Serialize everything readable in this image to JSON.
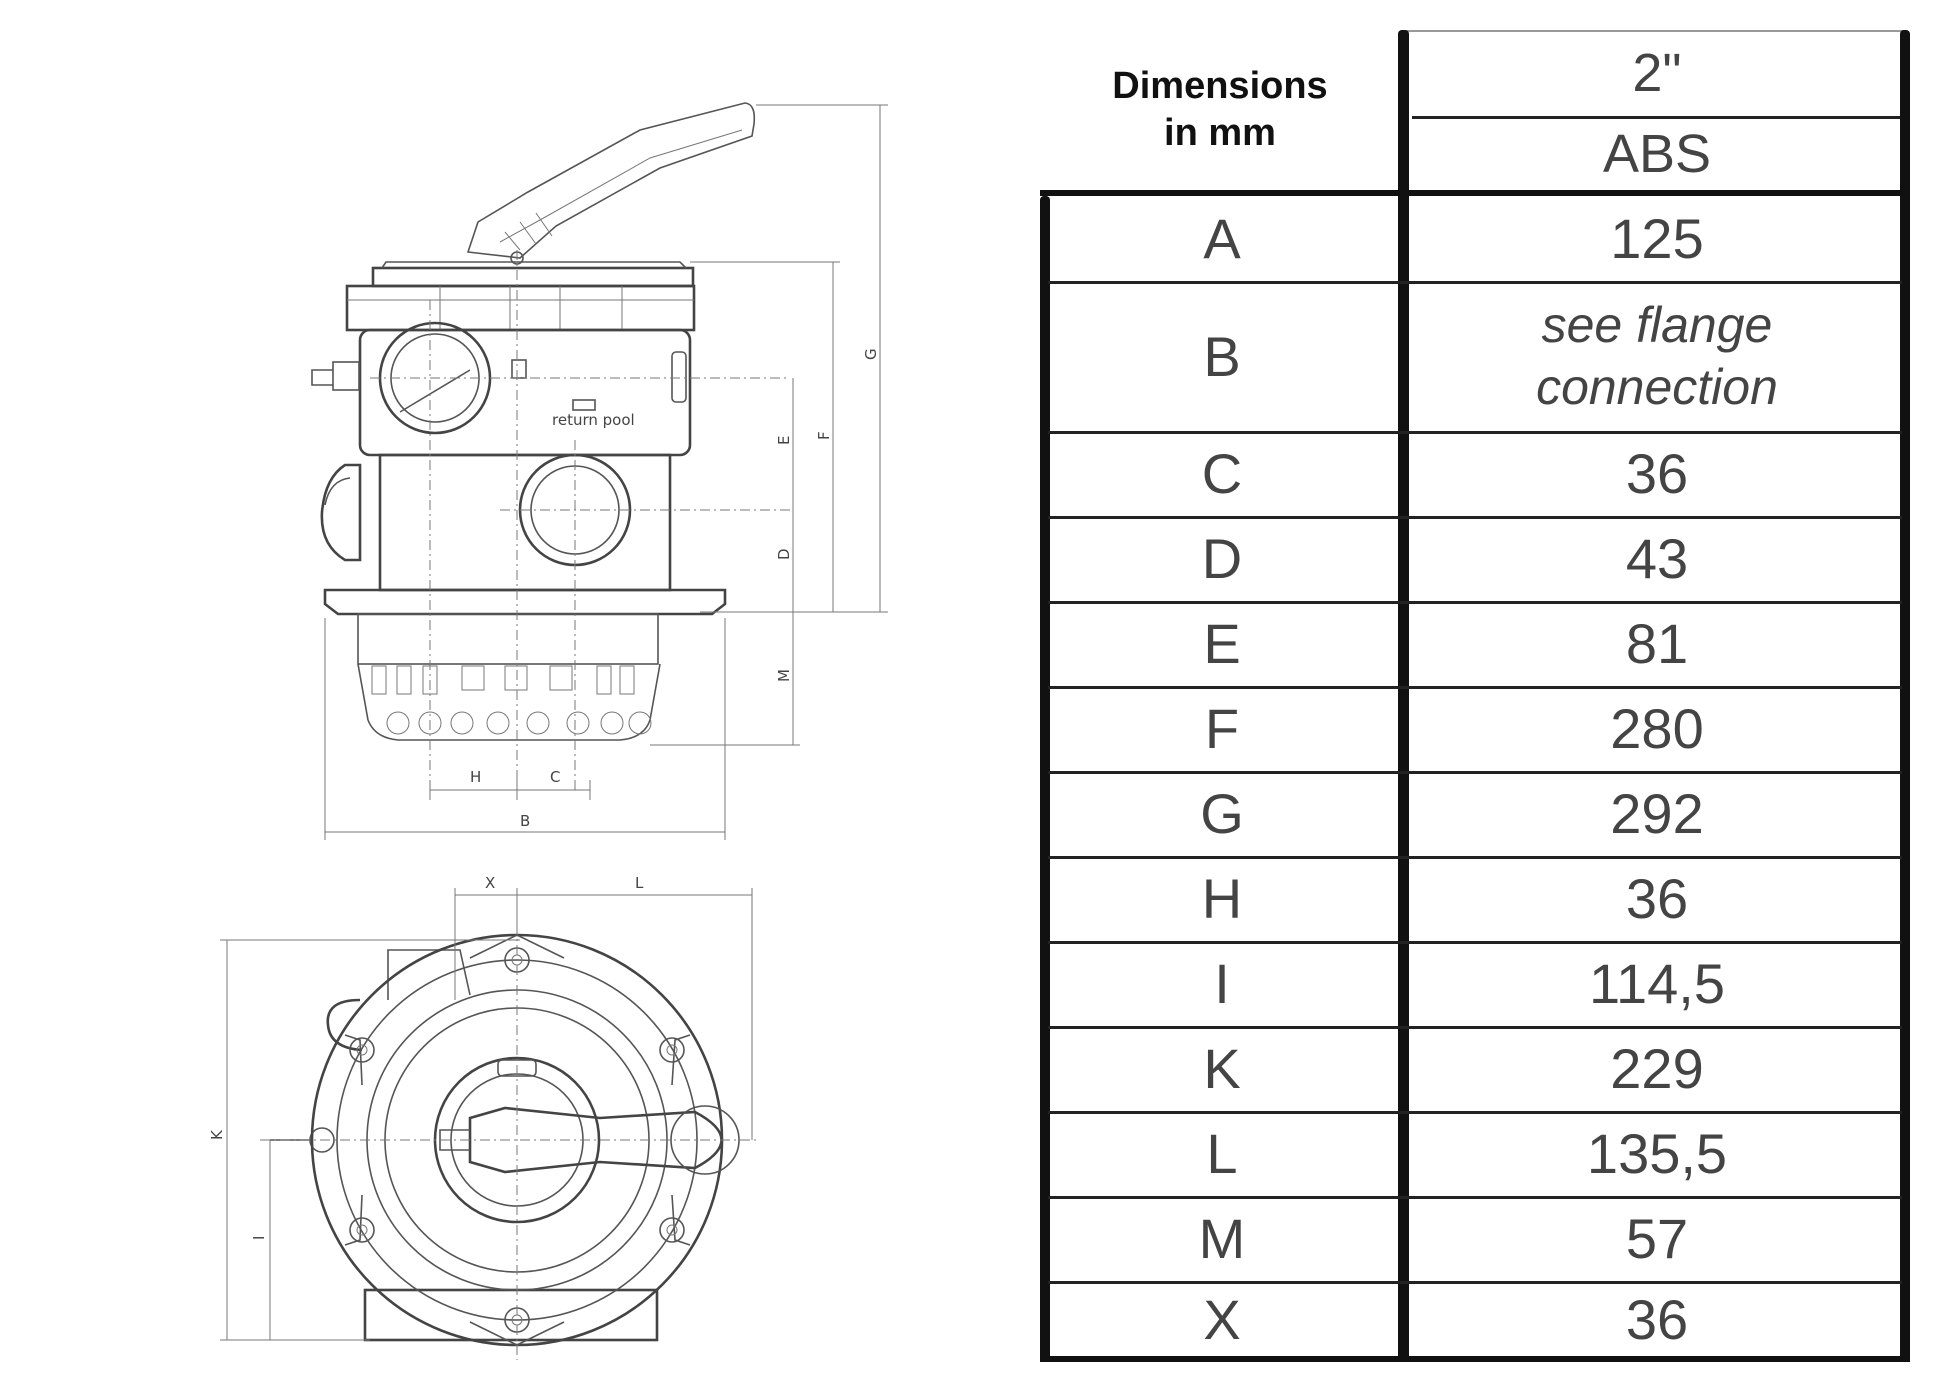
{
  "drawing": {
    "side_view_labels": [
      "G",
      "F",
      "E",
      "D",
      "M",
      "H",
      "C",
      "B"
    ],
    "top_view_labels": [
      "X",
      "L",
      "K",
      "I"
    ],
    "tiny_text": [
      "return",
      "pool"
    ]
  },
  "table": {
    "header_caption": "Dimensions\nin mm",
    "size": "2\"",
    "material": "ABS",
    "rows": [
      {
        "label": "A",
        "value": "125"
      },
      {
        "label": "B",
        "value": "see flange\nconnection"
      },
      {
        "label": "C",
        "value": "36"
      },
      {
        "label": "D",
        "value": "43"
      },
      {
        "label": "E",
        "value": "81"
      },
      {
        "label": "F",
        "value": "280"
      },
      {
        "label": "G",
        "value": "292"
      },
      {
        "label": "H",
        "value": "36"
      },
      {
        "label": "I",
        "value": "114,5"
      },
      {
        "label": "K",
        "value": "229"
      },
      {
        "label": "L",
        "value": "135,5"
      },
      {
        "label": "M",
        "value": "57"
      },
      {
        "label": "X",
        "value": "36"
      }
    ]
  }
}
